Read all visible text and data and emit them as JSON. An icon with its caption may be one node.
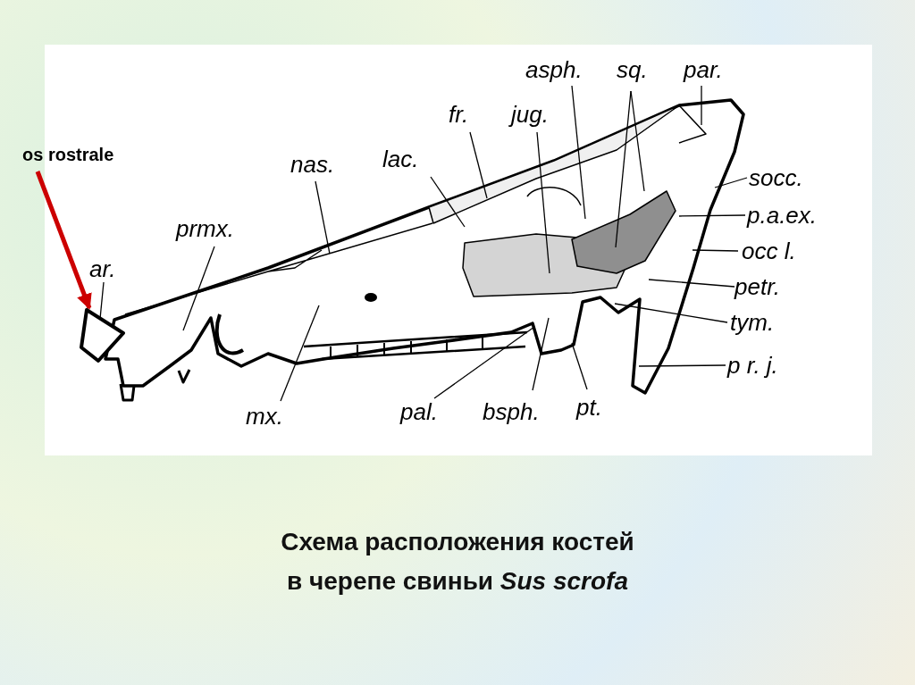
{
  "diagram": {
    "caption": "Схема расположения костей в черепе свиньи *Sus scrofa*",
    "nodes": [
      {
        "text": [
          "os rostrale"
        ]
      },
      {
        "text": [
          "ar."
        ]
      },
      {
        "text": [
          "prmx."
        ]
      },
      {
        "text": [
          "nas."
        ]
      },
      {
        "text": [
          "lac."
        ]
      },
      {
        "text": [
          "fr."
        ]
      },
      {
        "text": [
          "jug."
        ]
      },
      {
        "text": [
          "asph."
        ]
      },
      {
        "text": [
          "sq."
        ]
      },
      {
        "text": [
          "par."
        ]
      },
      {
        "text": [
          "socc."
        ]
      },
      {
        "text": [
          "p.a.ex."
        ]
      },
      {
        "text": [
          "occ l."
        ]
      },
      {
        "text": [
          "petr."
        ]
      },
      {
        "text": [
          "tym."
        ]
      },
      {
        "text": [
          "p r. j."
        ]
      },
      {
        "text": [
          "mx."
        ]
      },
      {
        "text": [
          "pal."
        ]
      },
      {
        "text": [
          "bsph."
        ]
      },
      {
        "text": [
          "pt."
        ]
      },
      {
        "text": [],
        "shape": "picture"
      }
    ],
    "edges": [
      {
        "from": 0,
        "to": 20,
        "arrow": "to",
        "style": "thick",
        "color": "#cc0000"
      },
      {
        "from": 1,
        "to": 20,
        "arrow": "none"
      },
      {
        "from": 2,
        "to": null,
        "arrow": "none"
      },
      {
        "from": 3,
        "to": null,
        "arrow": "none"
      },
      {
        "from": 4,
        "to": null,
        "arrow": "none"
      },
      {
        "from": 5,
        "to": null,
        "arrow": "none"
      },
      {
        "from": 6,
        "to": null,
        "arrow": "none"
      },
      {
        "from": 7,
        "to": null,
        "arrow": "none"
      },
      {
        "from": 8,
        "to": null,
        "arrow": "none"
      },
      {
        "from": 8,
        "to": null,
        "arrow": "none"
      },
      {
        "from": 9,
        "to": null,
        "arrow": "none"
      },
      {
        "from": 10,
        "to": null,
        "arrow": "none"
      },
      {
        "from": 11,
        "to": null,
        "arrow": "none"
      },
      {
        "from": 12,
        "to": null,
        "arrow": "none"
      },
      {
        "from": 13,
        "to": null,
        "arrow": "none"
      },
      {
        "from": 14,
        "to": null,
        "arrow": "none"
      },
      {
        "from": 15,
        "to": null,
        "arrow": "none"
      },
      {
        "from": 16,
        "to": null,
        "arrow": "none"
      },
      {
        "from": 17,
        "to": null,
        "arrow": "none"
      },
      {
        "from": 18,
        "to": null,
        "arrow": "none"
      },
      {
        "from": 19,
        "to": null,
        "arrow": "none"
      }
    ]
  }
}
